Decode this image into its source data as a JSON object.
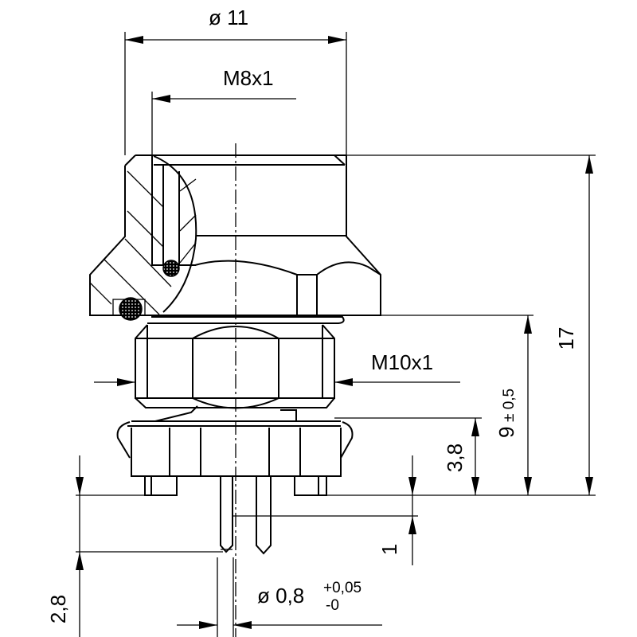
{
  "title": "M8 panel connector dimension drawing",
  "dimensions": {
    "outer_diameter": "ø 11",
    "thread_top": "M8x1",
    "thread_mount": "M10x1",
    "height_total": "17",
    "height_mount": "9",
    "height_mount_tol": "± 0,5",
    "flange_height": "3,8",
    "pin_offset": "1",
    "pin_length": "2,8",
    "pin_diameter": "ø 0,8",
    "pin_diameter_tol_upper": "+0,05",
    "pin_diameter_tol_lower": "-0"
  },
  "colors": {
    "line": "#000000",
    "background": "#ffffff",
    "seal": "#333333"
  }
}
